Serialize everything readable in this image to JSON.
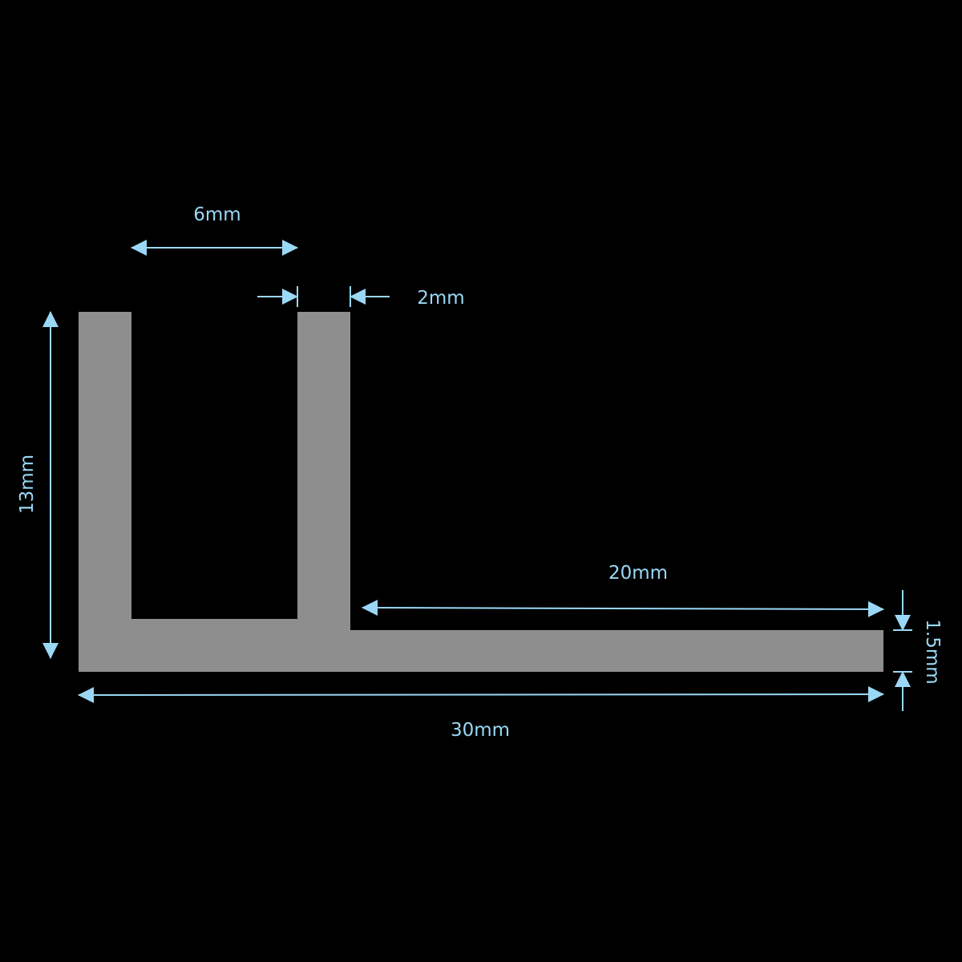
{
  "colors": {
    "background": "#000000",
    "profile": "#8e8e8e",
    "dimension": "#9ad8f5"
  },
  "dimensions": {
    "channel_width": "6mm",
    "wall_thickness": "2mm",
    "height": "13mm",
    "flange_length": "20mm",
    "total_width": "30mm",
    "flange_thickness": "1.5mm"
  }
}
